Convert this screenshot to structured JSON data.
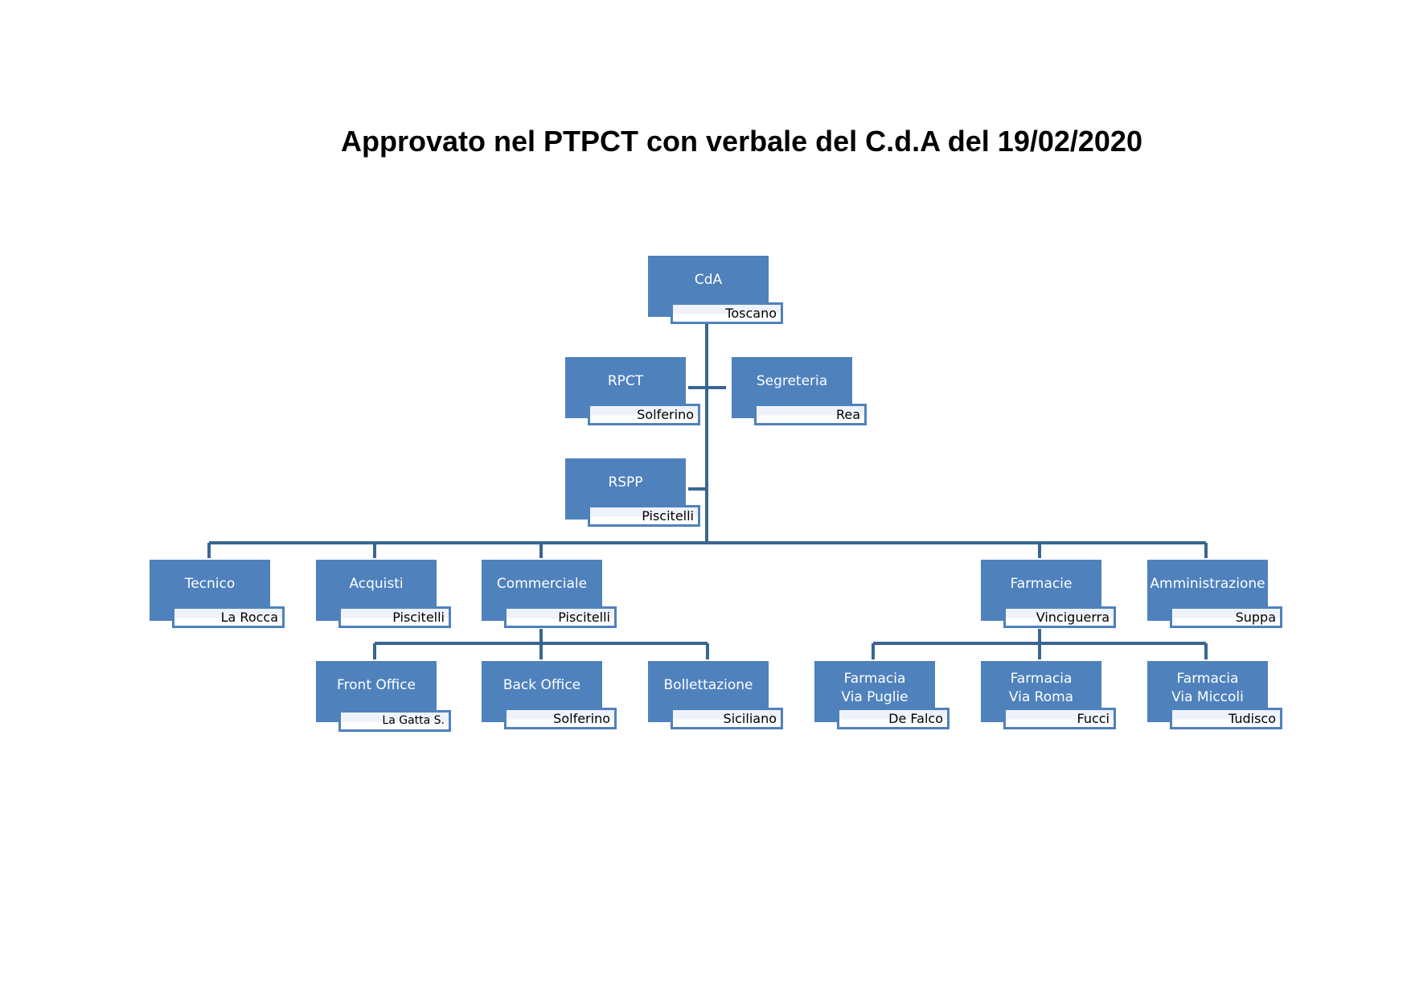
{
  "title": "Approvato nel PTPCT con verbale del C.d.A del 19/02/2020",
  "colors": {
    "box_fill": "#4f81bd",
    "connector": "#3a6591",
    "name_border": "#4f81bd"
  },
  "nodes": {
    "cda": {
      "role": [
        "CdA"
      ],
      "person": "Toscano"
    },
    "rpct": {
      "role": [
        "RPCT"
      ],
      "person": "Solferino"
    },
    "segreteria": {
      "role": [
        "Segreteria"
      ],
      "person": "Rea"
    },
    "rspp": {
      "role": [
        "RSPP"
      ],
      "person": "Piscitelli"
    },
    "tecnico": {
      "role": [
        "Tecnico"
      ],
      "person": "La Rocca"
    },
    "acquisti": {
      "role": [
        "Acquisti"
      ],
      "person": "Piscitelli"
    },
    "commerciale": {
      "role": [
        "Commerciale"
      ],
      "person": "Piscitelli"
    },
    "farmacie": {
      "role": [
        "Farmacie"
      ],
      "person": "Vinciguerra"
    },
    "amministrazione": {
      "role": [
        "Amministrazione"
      ],
      "person": "Suppa"
    },
    "front_office": {
      "role": [
        "Front Office"
      ],
      "person": "La Gatta S."
    },
    "back_office": {
      "role": [
        "Back Office"
      ],
      "person": "Solferino"
    },
    "bollettazione": {
      "role": [
        "Bollettazione"
      ],
      "person": "Siciliano"
    },
    "farmacia_puglie": {
      "role": [
        "Farmacia",
        "Via Puglie"
      ],
      "person": "De Falco"
    },
    "farmacia_roma": {
      "role": [
        "Farmacia",
        "Via Roma"
      ],
      "person": "Fucci"
    },
    "farmacia_miccoli": {
      "role": [
        "Farmacia",
        "Via Miccoli"
      ],
      "person": "Tudisco"
    }
  }
}
